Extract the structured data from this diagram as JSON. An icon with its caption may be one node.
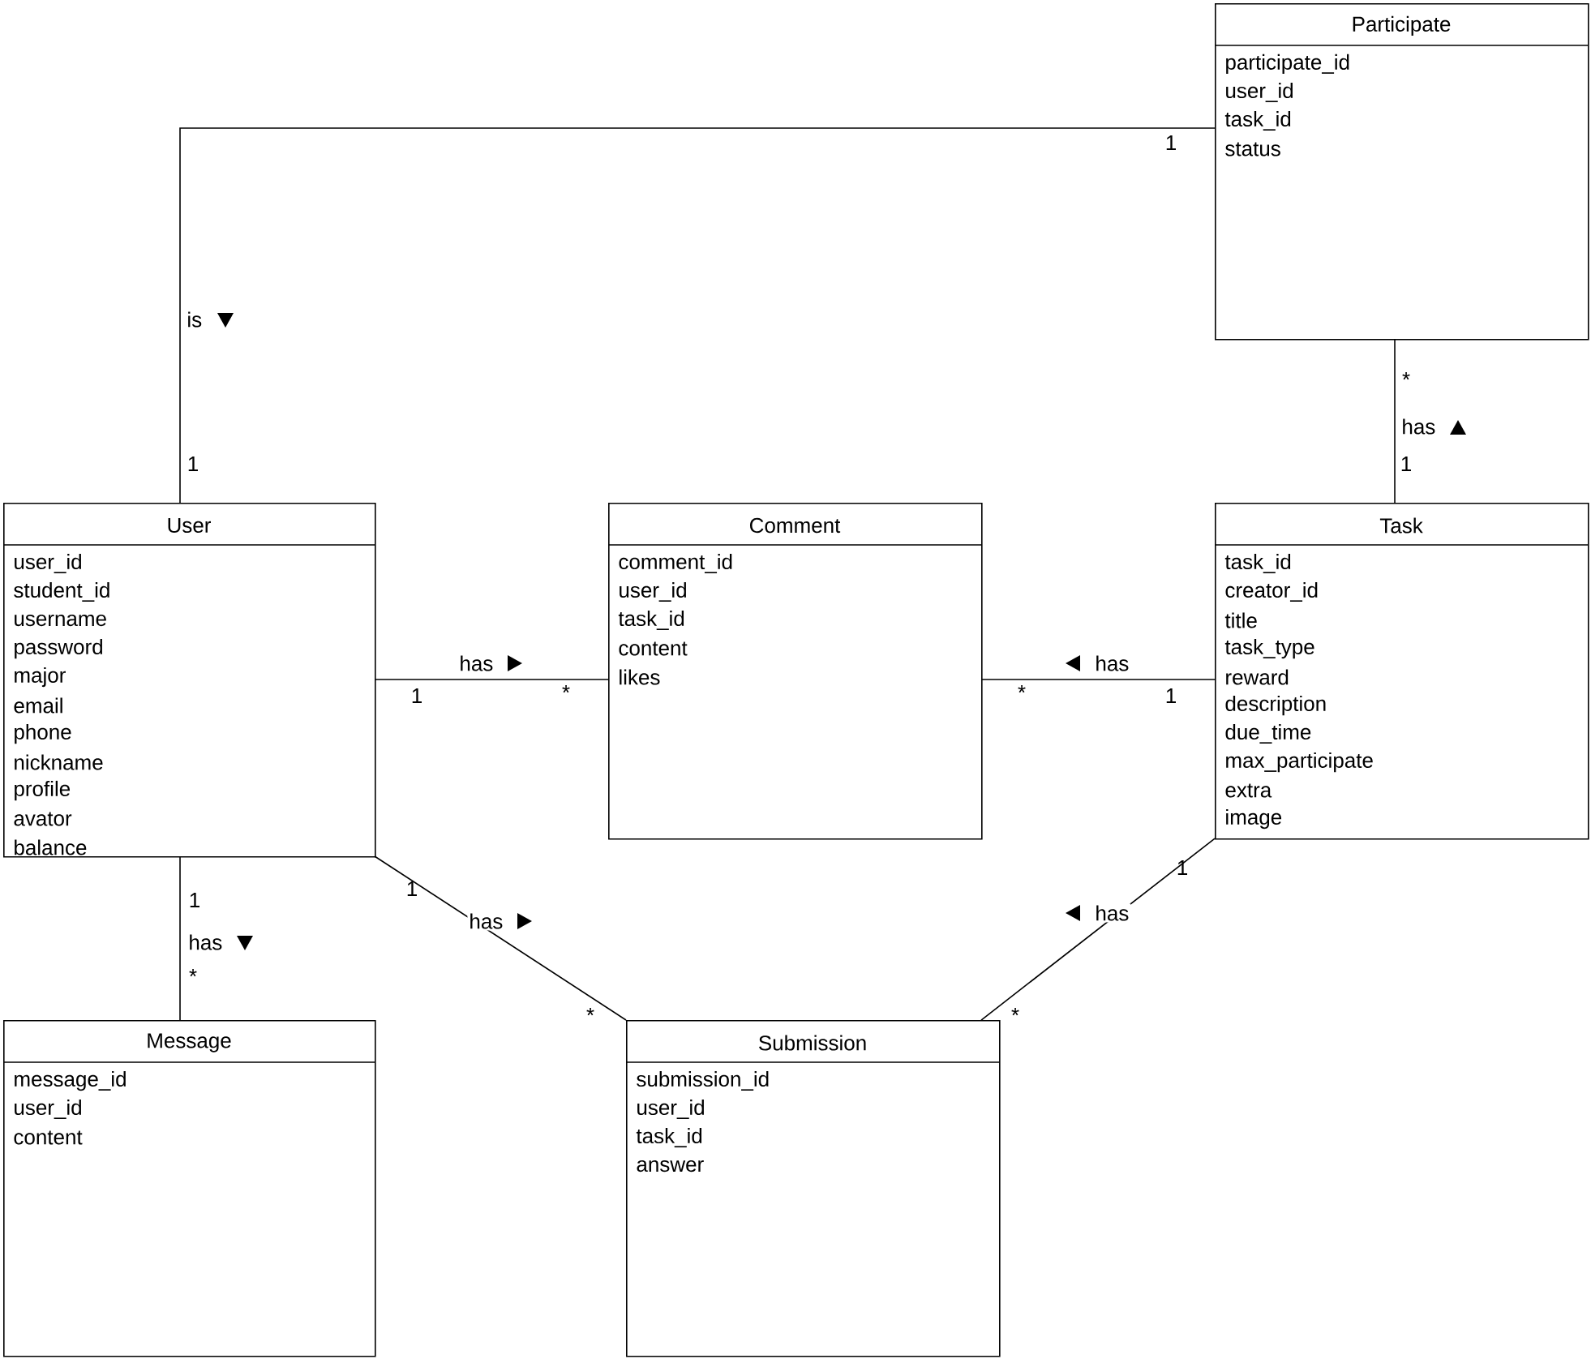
{
  "diagram": {
    "nodes": [
      {
        "text": [
          "Participate",
          "participate_id",
          "user_id",
          "task_id",
          "status"
        ]
      },
      {
        "text": [
          "User",
          "user_id",
          "student_id",
          "username",
          "password",
          "major",
          "email",
          "phone",
          "nickname",
          "profile",
          "avator",
          "balance"
        ]
      },
      {
        "text": [
          "Comment",
          "comment_id",
          "user_id",
          "task_id",
          "content",
          "likes"
        ]
      },
      {
        "text": [
          "Task",
          "task_id",
          "creator_id",
          "title",
          "task_type",
          "reward",
          "description",
          "due_time",
          "max_participate",
          "extra",
          "image"
        ]
      },
      {
        "text": [
          "Message",
          "message_id",
          "user_id",
          "content"
        ]
      },
      {
        "text": [
          "Submission",
          "submission_id",
          "user_id",
          "task_id",
          "answer"
        ]
      }
    ],
    "edges": [
      {
        "from": 1,
        "to": 0,
        "arrow": "none",
        "label": "is"
      },
      {
        "from": 3,
        "to": 0,
        "arrow": "none",
        "label": "has"
      },
      {
        "from": 1,
        "to": 2,
        "arrow": "none",
        "label": "has"
      },
      {
        "from": 3,
        "to": 2,
        "arrow": "none",
        "label": "has"
      },
      {
        "from": 1,
        "to": 4,
        "arrow": "none",
        "label": "has"
      },
      {
        "from": 1,
        "to": 5,
        "arrow": "none",
        "label": "has"
      },
      {
        "from": 3,
        "to": 5,
        "arrow": "none",
        "label": "has"
      }
    ],
    "labels": [
      "1",
      "*",
      "1",
      "1",
      "1",
      "*",
      "*",
      "1",
      "1",
      "1",
      "1",
      "*",
      "*",
      "*"
    ]
  }
}
